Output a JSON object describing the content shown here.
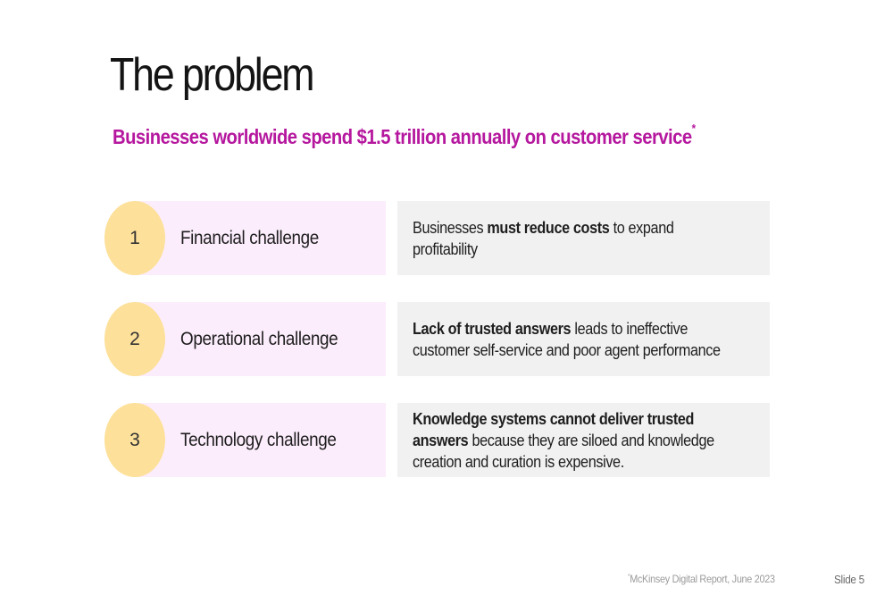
{
  "slide": {
    "title": "The problem",
    "subtitle": "Businesses worldwide spend $1.5 trillion annually on customer service",
    "subtitle_marker": "*",
    "accent_color": "#b5179e",
    "circle_color": "#fde09a",
    "label_box_color": "#fcedfc",
    "desc_box_color": "#f1f1f1"
  },
  "challenges": [
    {
      "number": "1",
      "label": "Financial challenge",
      "desc_pre": "Businesses ",
      "desc_bold": "must reduce costs",
      "desc_post": " to expand profitability"
    },
    {
      "number": "2",
      "label": "Operational challenge",
      "desc_pre": "",
      "desc_bold": "Lack of trusted answers",
      "desc_post": " leads to ineffective customer self-service and poor agent performance"
    },
    {
      "number": "3",
      "label": "Technology challenge",
      "desc_pre": "",
      "desc_bold": "Knowledge systems cannot deliver trusted answers",
      "desc_post": " because they are siloed and knowledge creation and curation is expensive."
    }
  ],
  "footer": {
    "footnote_marker": "*",
    "footnote": "McKinsey Digital Report, June 2023",
    "slide_number": "Slide 5"
  }
}
